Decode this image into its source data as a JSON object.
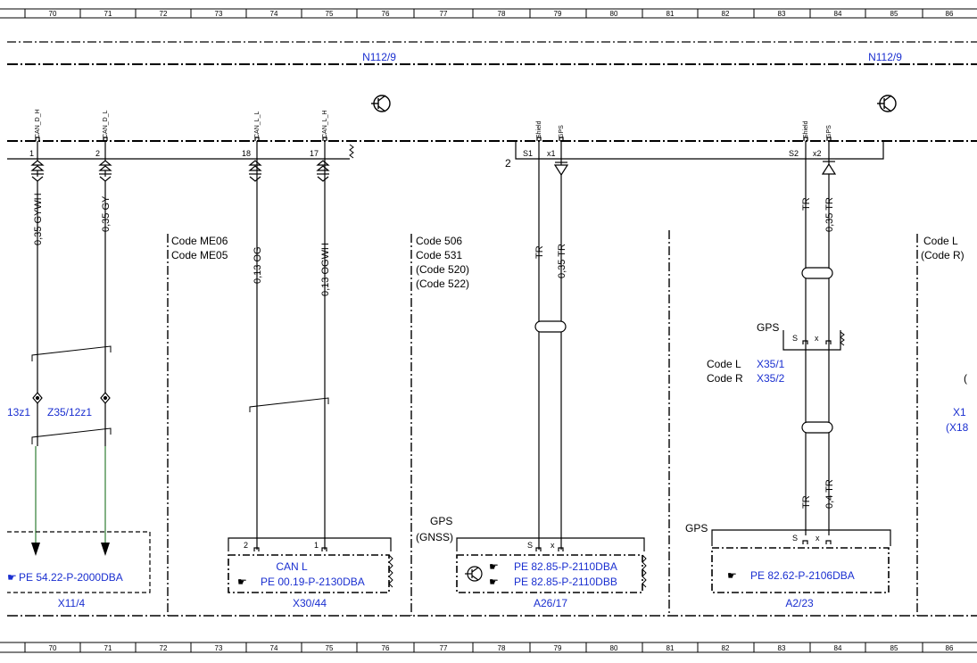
{
  "ruler": [
    "70",
    "71",
    "72",
    "73",
    "74",
    "75",
    "76",
    "77",
    "78",
    "79",
    "80",
    "81",
    "82",
    "83",
    "84",
    "85",
    "86"
  ],
  "titles": {
    "left": "N112/9",
    "right": "N112/9"
  },
  "signals": {
    "can_d_h": "CAN_D_H",
    "can_d_l": "CAN_D_L",
    "can_l_l": "CAN_L_L",
    "can_l_h": "CAN_L_H",
    "shield_1": "Shield",
    "gps_1": "GPS",
    "shield_2": "Shield",
    "gps_2": "GPS"
  },
  "pins": {
    "p1": "1",
    "p2": "2",
    "p18": "18",
    "p17": "17",
    "s1": "S1",
    "x1": "x1",
    "s2": "S2",
    "x2": "x2",
    "conn_num": "2"
  },
  "wires": {
    "w1": "0,35 GYWH",
    "w2": "0,35 GY",
    "w3": "0,13 OG",
    "w4": "0,13 OGWH",
    "w5": "TR",
    "w6": "0,35 TR",
    "w7": "TR",
    "w8": "0,35 TR",
    "w9": "TR",
    "w10": "0,4 TR"
  },
  "codes": {
    "me06": "Code ME06",
    "me05": "Code ME05",
    "c506": "Code 506",
    "c531": "Code 531",
    "c520": "(Code 520)",
    "c522": "(Code 522)",
    "cl": "Code L",
    "cr": "(Code R)",
    "gps_code_l": "Code L",
    "gps_code_r": "Code R"
  },
  "connectors": {
    "z35_13": "13z1",
    "z35_12": "Z35/12z1",
    "x35_1": "X35/1",
    "x35_2": "X35/2",
    "x1_edge": "X1",
    "x18_edge": "(X18",
    "paren_edge": "("
  },
  "gps_labels": {
    "gps_mid": "GPS",
    "gps_a26": "GPS",
    "gnss": "(GNSS)",
    "gps_a2": "GPS",
    "s": "S",
    "x": "x"
  },
  "components": [
    {
      "ref": "PE 54.22-P-2000DBA",
      "name": "X11/4"
    },
    {
      "title": "CAN L",
      "ref": "PE 00.19-P-2130DBA",
      "name": "X30/44",
      "pin_a": "2",
      "pin_b": "1"
    },
    {
      "ref": "PE 82.85-P-2110DBA",
      "ref2": "PE 82.85-P-2110DBB",
      "name": "A26/17",
      "pin_a": "S",
      "pin_b": "x"
    },
    {
      "ref": "PE 82.62-P-2106DBA",
      "name": "A2/23",
      "pin_a": "S",
      "pin_b": "x"
    }
  ],
  "colors": {
    "blue_text": "#1a2fd0",
    "line": "#000000",
    "green_wire": "#2e7d32"
  }
}
